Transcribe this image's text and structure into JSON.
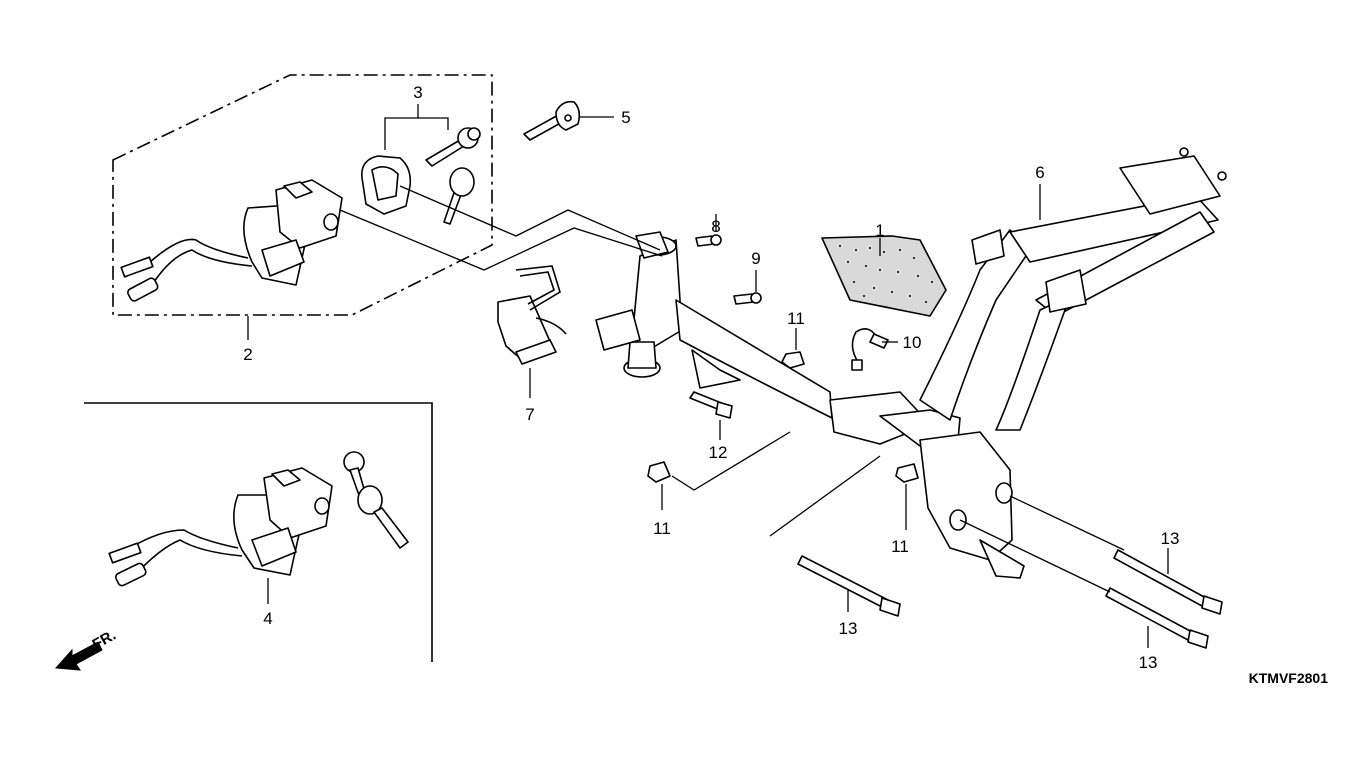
{
  "diagram": {
    "reference_code": "KTMVF2801",
    "direction_label": "FR.",
    "callouts": {
      "c1": "1",
      "c2": "2",
      "c3": "3",
      "c4": "4",
      "c5": "5",
      "c6": "6",
      "c7": "7",
      "c8": "8",
      "c9": "9",
      "c10": "10",
      "c11a": "11",
      "c11b": "11",
      "c11c": "11",
      "c12": "12",
      "c13a": "13",
      "c13b": "13",
      "c13c": "13"
    }
  }
}
